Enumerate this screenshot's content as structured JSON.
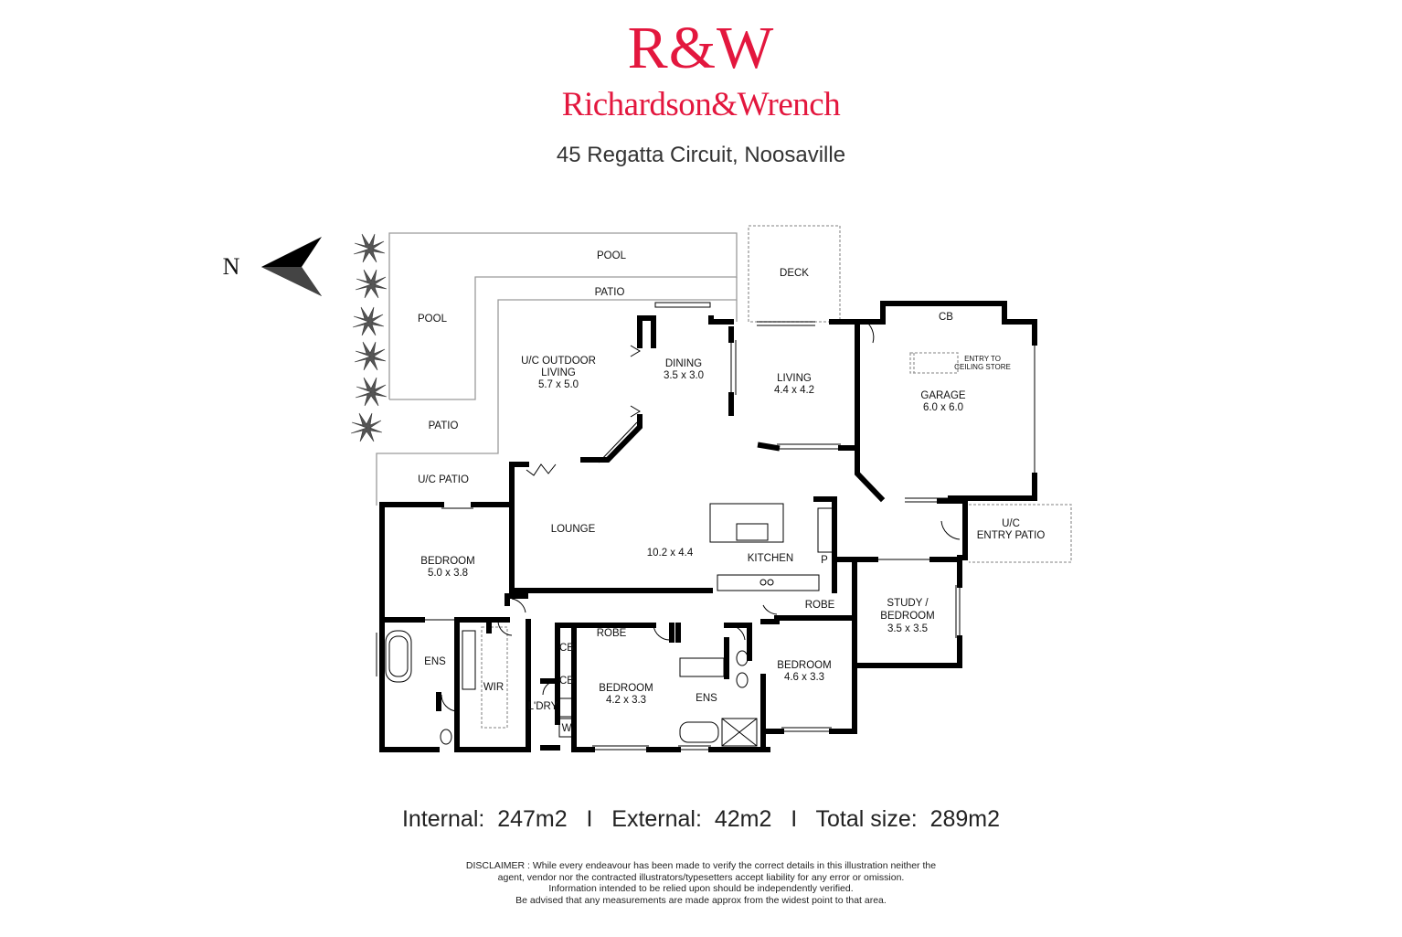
{
  "header": {
    "logo_mark": "R&W",
    "logo_name": "Richardson&Wrench",
    "address": "45 Regatta Circuit, Noosaville"
  },
  "compass": {
    "label": "N"
  },
  "rooms": {
    "pool_top": "POOL",
    "patio_top": "PATIO",
    "deck": "DECK",
    "pool_left": "POOL",
    "outdoor_living_1": "U/C OUTDOOR",
    "outdoor_living_2": "LIVING",
    "outdoor_living_size": "5.7 x 5.0",
    "dining": "DINING",
    "dining_size": "3.5 x 3.0",
    "living": "LIVING",
    "living_size": "4.4 x 4.2",
    "cb_garage": "CB",
    "ceiling_store_1": "ENTRY TO",
    "ceiling_store_2": "CEILING STORE",
    "garage": "GARAGE",
    "garage_size": "6.0 x 6.0",
    "patio_left": "PATIO",
    "uc_patio": "U/C PATIO",
    "lounge": "LOUNGE",
    "lounge_size": "10.2 x 4.4",
    "kitchen": "KITCHEN",
    "pantry": "P",
    "uc_entry_1": "U/C",
    "uc_entry_2": "ENTRY PATIO",
    "bedroom1": "BEDROOM",
    "bedroom1_size": "5.0 x 3.8",
    "study_1": "STUDY /",
    "study_2": "BEDROOM",
    "study_size": "3.5 x 3.5",
    "robe_right": "ROBE",
    "robe_mid": "ROBE",
    "ens_left": "ENS",
    "wir": "WIR",
    "cb1": "CB",
    "cb2": "CB",
    "laundry": "L'DRY",
    "washer": "W",
    "bedroom2": "BEDROOM",
    "bedroom2_size": "4.2 x 3.3",
    "ens_mid": "ENS",
    "bedroom3": "BEDROOM",
    "bedroom3_size": "4.6 x 3.3"
  },
  "sizes_line": "Internal:  247m2   I   External:  42m2   I   Total size:  289m2",
  "disclaimer": [
    "DISCLAIMER : While every endeavour has been made to verify the correct details in this illustration neither the",
    "agent, vendor nor the contracted illustrators/typesetters accept liability for any error or omission.",
    "Information intended to be relied upon should be independently verified.",
    "Be advised that any measurements are made approx from the widest point to that area."
  ],
  "colors": {
    "brand_red": "#e3173e",
    "wall": "#000000",
    "outline": "#9a9a9a"
  }
}
